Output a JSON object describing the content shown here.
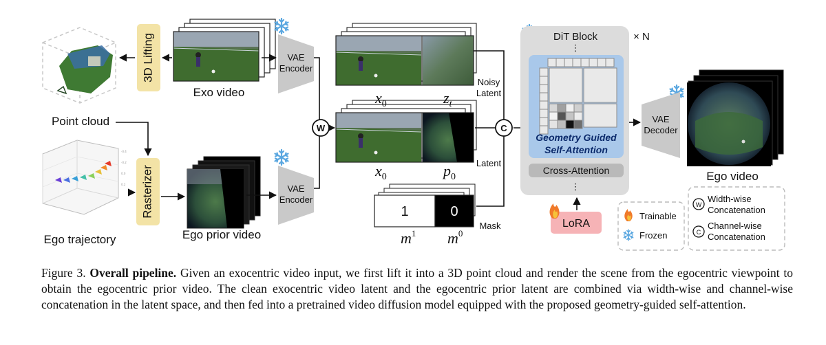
{
  "figure": {
    "labels": {
      "lifting": "3D Lifting",
      "exo_video": "Exo video",
      "point_cloud": "Point cloud",
      "ego_trajectory": "Ego trajectory",
      "rasterizer": "Rasterizer",
      "ego_prior_video": "Ego prior video",
      "vae_line1": "VAE",
      "encoder": "Encoder",
      "decoder": "Decoder",
      "noisy_line1": "Noisy",
      "latent": "Latent",
      "mask": "Mask",
      "dit_block": "DiT Block",
      "times_n": "× N",
      "vdots": "⋮",
      "ggsa_line1": "Geometry Guided",
      "ggsa_line2": "Self-Attention",
      "cross_attention": "Cross-Attention",
      "lora": "LoRA",
      "ego_video": "Ego video"
    },
    "math": {
      "x0_base": "x",
      "x0_sub": "0",
      "zt_base": "z",
      "zt_sub": "t",
      "p0_base": "p",
      "p0_sub": "0",
      "m1_base": "m",
      "m1_sup": "1",
      "m0_base": "m",
      "m0_sup": "0"
    },
    "mask_values": {
      "left": "1",
      "right": "0"
    },
    "operators": {
      "width": "W",
      "channel": "C"
    },
    "legend": {
      "trainable": "Trainable",
      "frozen": "Frozen",
      "width_line1": "Width-wise",
      "width_line2": "Concatenation",
      "channel_line1": "Channel-wise",
      "channel_line2": "Concatenation"
    },
    "icons": {
      "frozen": "snowflake-icon",
      "trainable": "flame-icon"
    },
    "colors": {
      "dit_panel": "#dcdcdc",
      "attention_panel": "#a9c8ea",
      "yellow_box": "#f3e3a6",
      "lora_box": "#f6b3b6",
      "vae_shape": "#c9c9c9",
      "snowflake": "#5aa7e0",
      "flame": "#f07a2a"
    }
  },
  "caption": {
    "prefix": "Figure 3.",
    "bold": "Overall pipeline.",
    "text": "Given an exocentric video input, we first lift it into a 3D point cloud and render the scene from the egocentric viewpoint to obtain the egocentric prior video. The clean exocentric video latent and the egocentric prior latent are combined via width-wise and channel-wise concatenation in the latent space, and then fed into a pretrained video diffusion model equipped with the proposed geometry-guided self-attention."
  }
}
